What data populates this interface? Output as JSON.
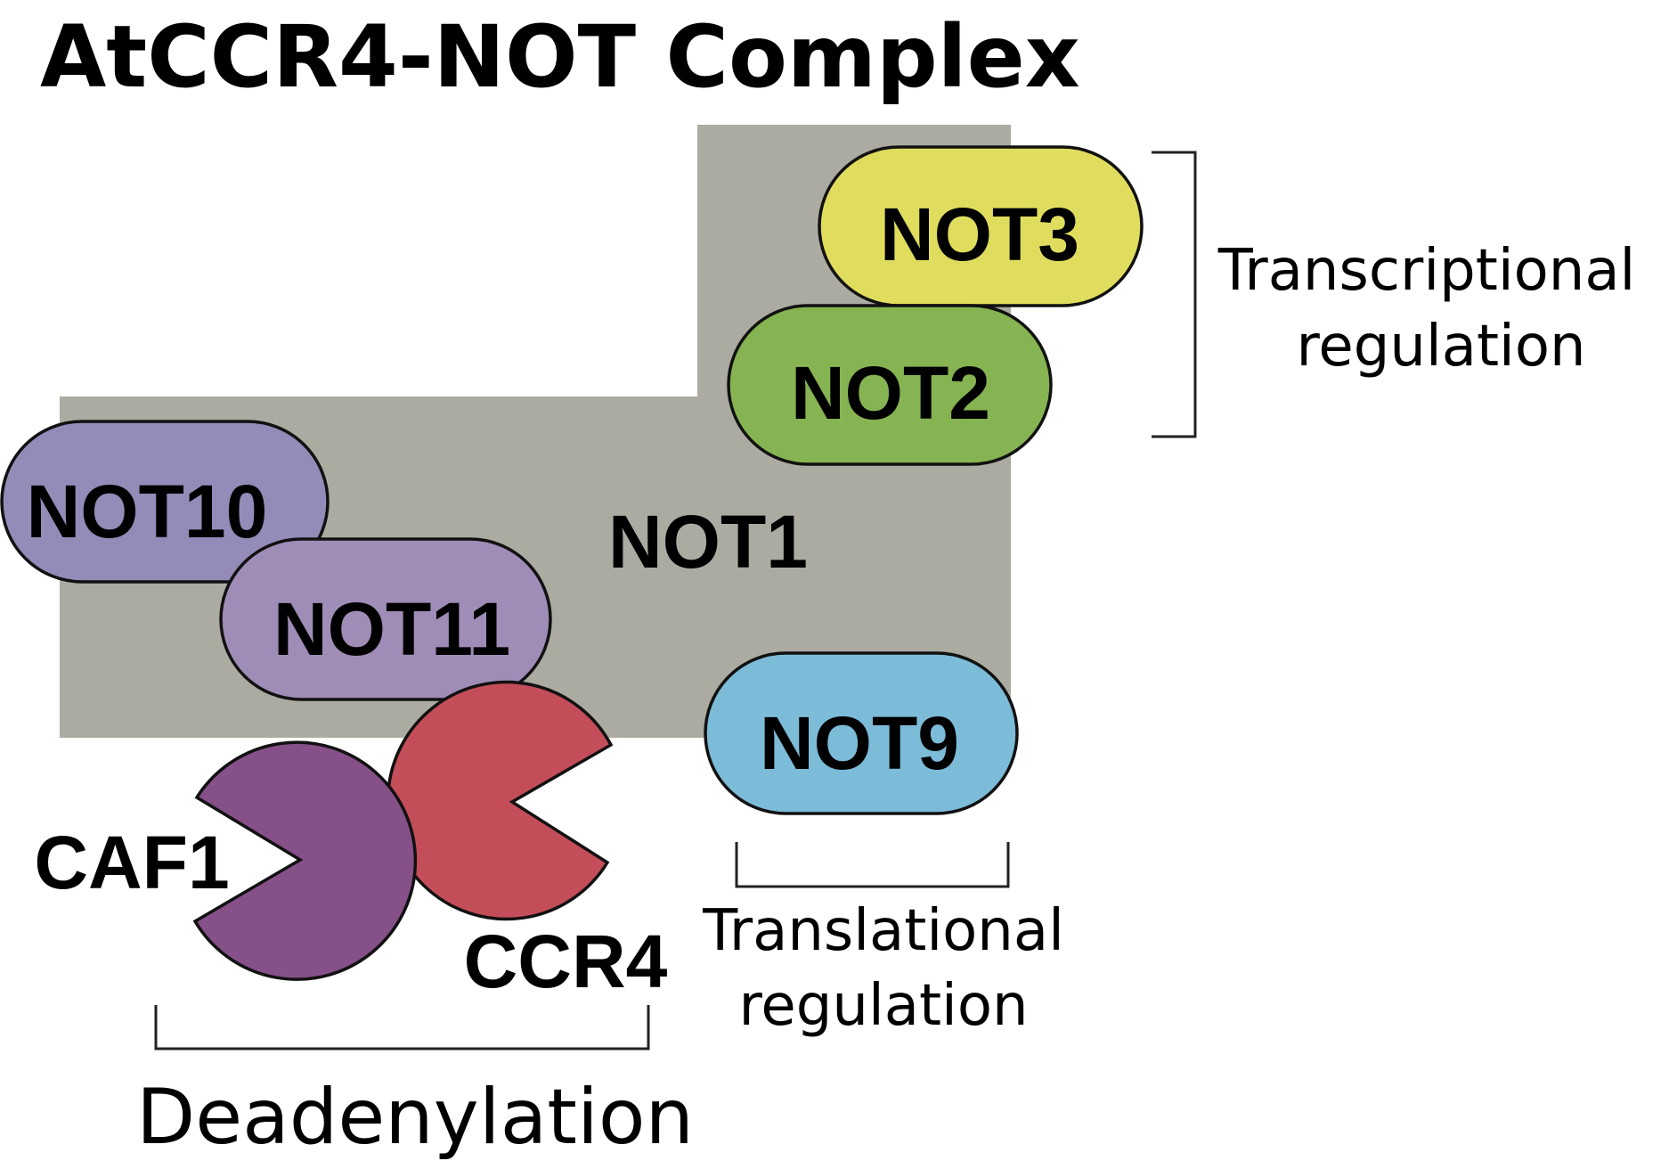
{
  "title": "AtCCR4-NOT Complex",
  "scaffold": {
    "label": "NOT1",
    "color": "#ababa2"
  },
  "subunits": {
    "not3": {
      "label": "NOT3",
      "color": "#e0dd5e"
    },
    "not2": {
      "label": "NOT2",
      "color": "#86b452"
    },
    "not10": {
      "label": "NOT10",
      "color": "#958bb8"
    },
    "not11": {
      "label": "NOT11",
      "color": "#a08db7"
    },
    "not9": {
      "label": "NOT9",
      "color": "#7dbcd8"
    }
  },
  "enzymes": {
    "caf1": {
      "label": "CAF1",
      "color": "#865089"
    },
    "ccr4": {
      "label": "CCR4",
      "color": "#c44d5a"
    }
  },
  "functions": {
    "transcriptional": {
      "line1": "Transcriptional",
      "line2": "regulation"
    },
    "translational": {
      "line1": "Translational",
      "line2": "regulation"
    },
    "deadenylation": {
      "label": "Deadenylation"
    }
  }
}
